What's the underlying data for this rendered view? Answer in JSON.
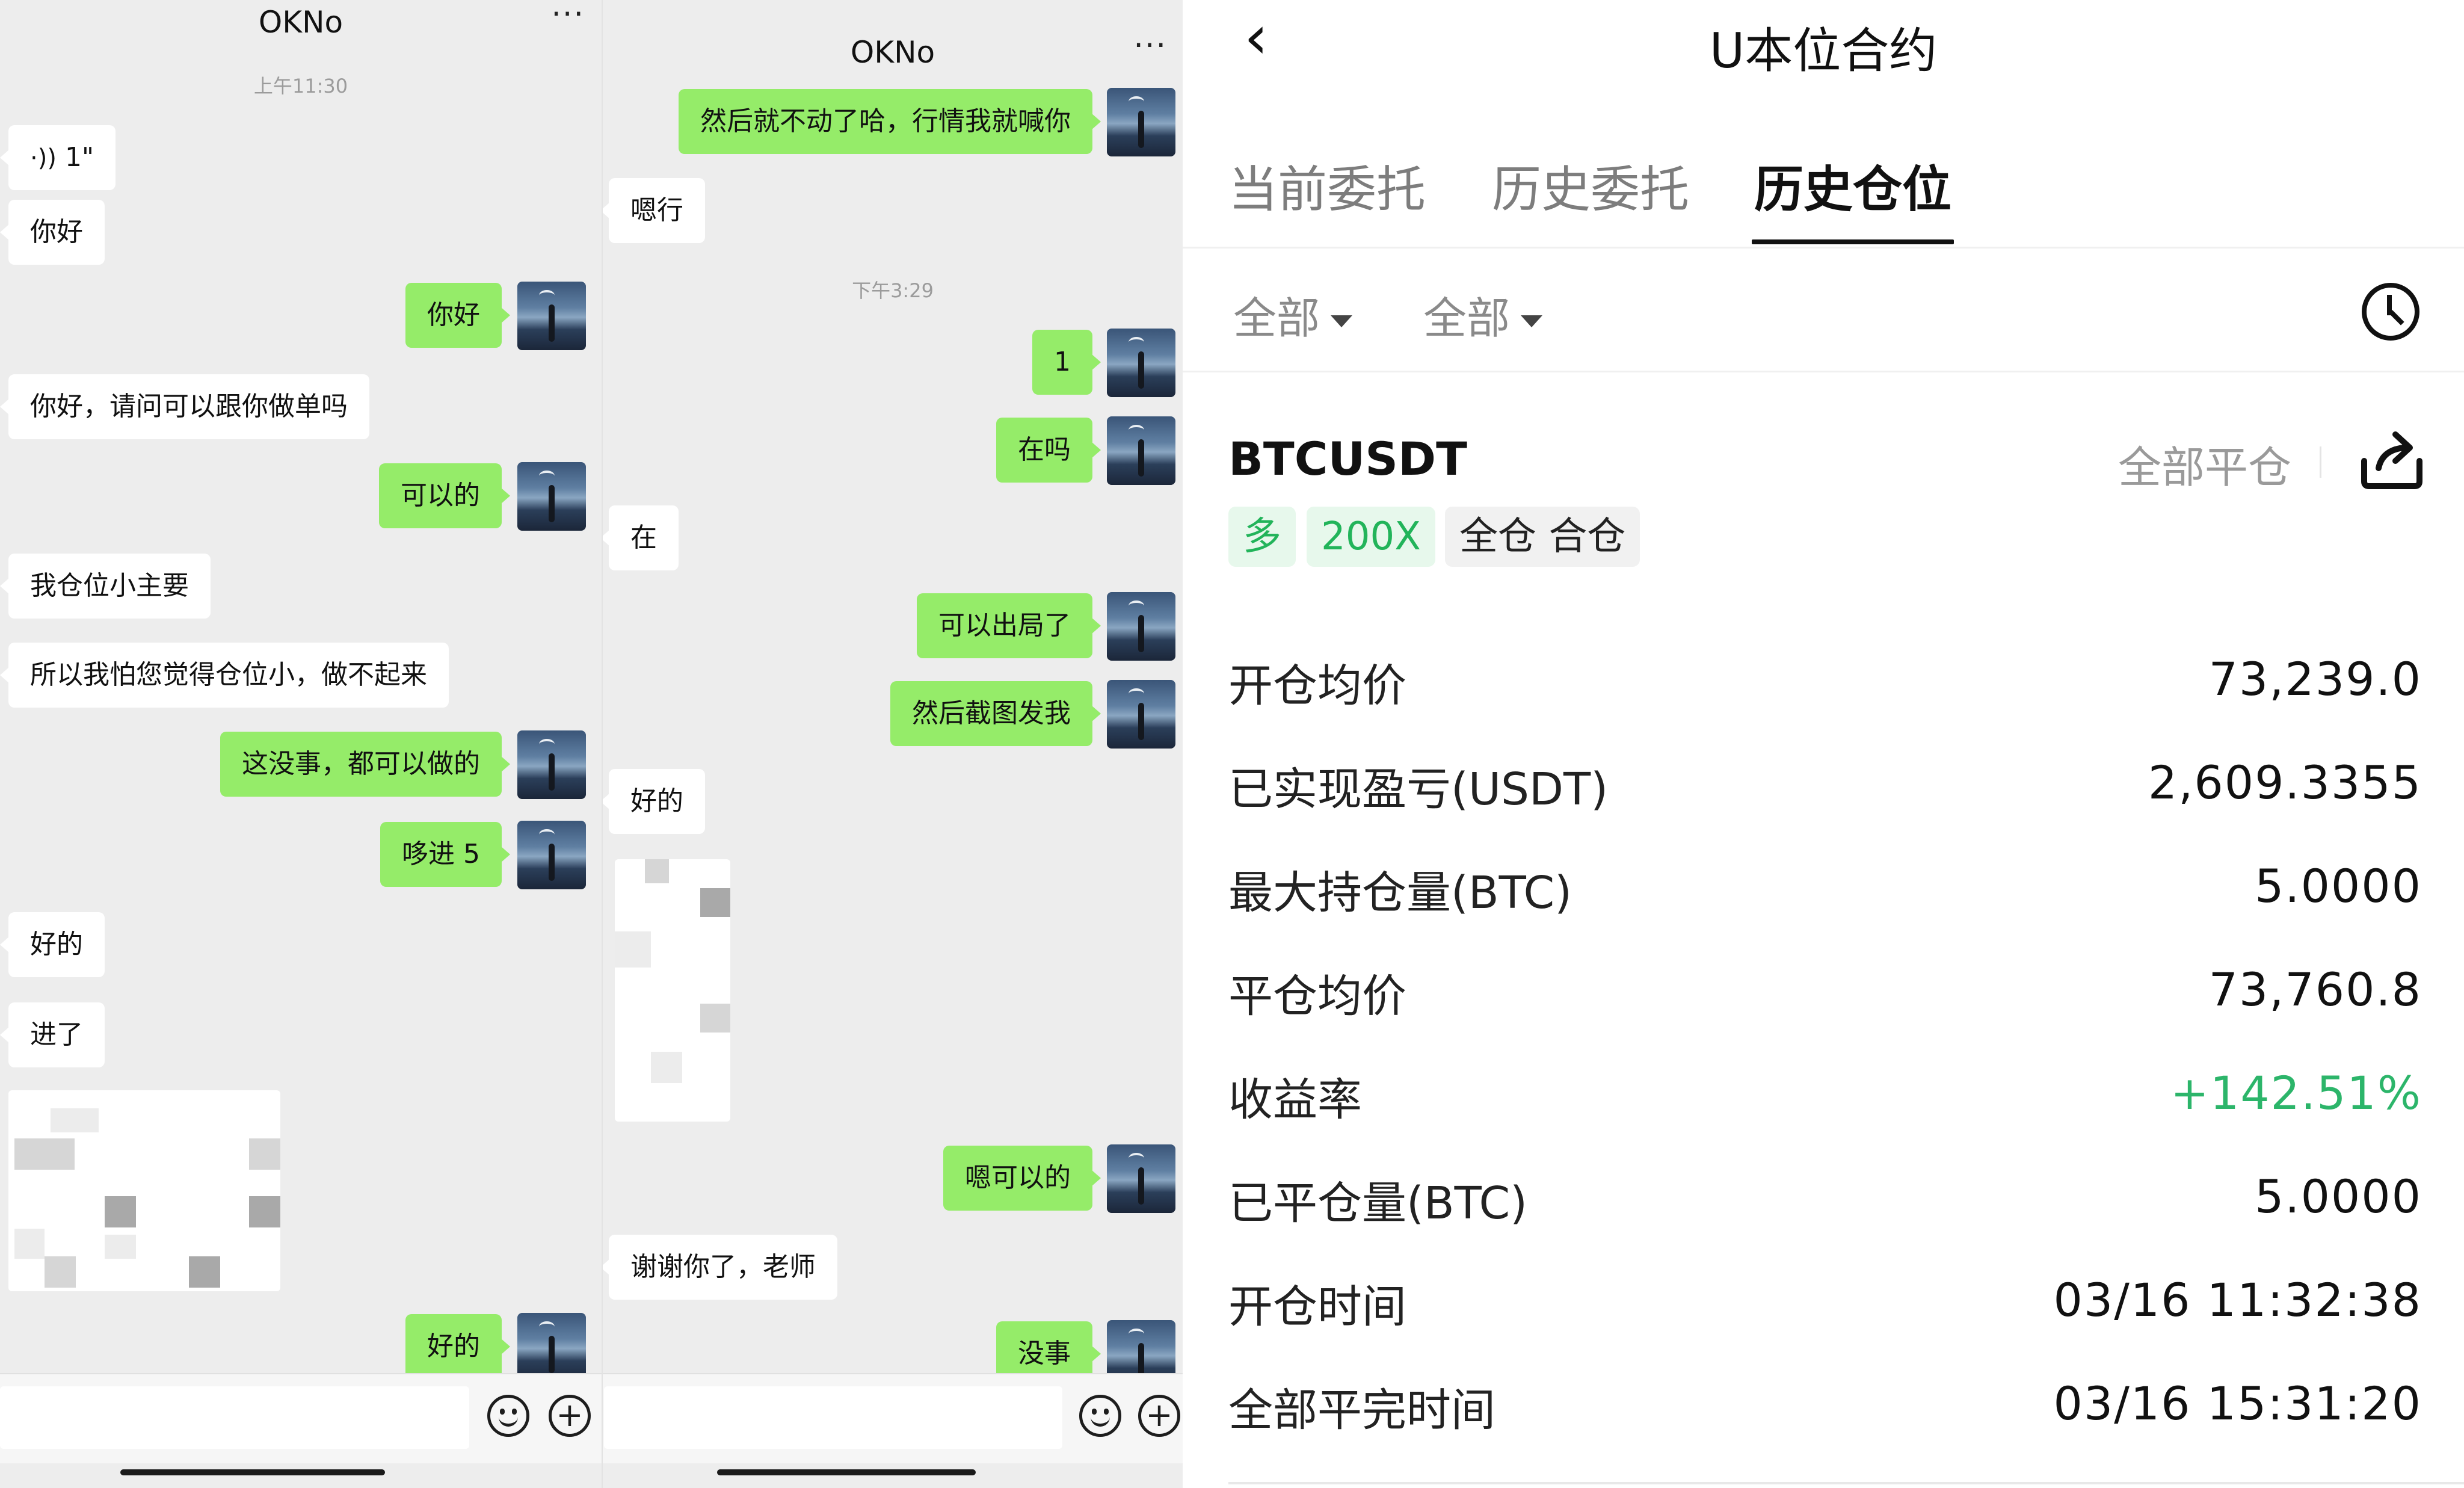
{
  "chat1": {
    "title": "OKNo",
    "more_icon": "···",
    "time": "上午11:30",
    "voice_icon": "·))",
    "voice_duration": "1\"",
    "messages": [
      {
        "side": "in",
        "text": "你好"
      },
      {
        "side": "out",
        "text": "你好"
      },
      {
        "side": "in",
        "text": "你好，请问可以跟你做单吗"
      },
      {
        "side": "out",
        "text": "可以的"
      },
      {
        "side": "in",
        "text": "我仓位小主要"
      },
      {
        "side": "in",
        "text": "所以我怕您觉得仓位小，做不起来"
      },
      {
        "side": "out",
        "text": "这没事，都可以做的"
      },
      {
        "side": "out",
        "text": "哆进 5"
      },
      {
        "side": "in",
        "text": "好的"
      },
      {
        "side": "in",
        "text": "进了"
      },
      {
        "side": "out",
        "text": "好的"
      }
    ]
  },
  "chat2": {
    "title": "OKNo",
    "more_icon": "···",
    "time": "下午3:29",
    "messages": [
      {
        "side": "out",
        "text": "然后就不动了哈，行情我就喊你"
      },
      {
        "side": "in",
        "text": "嗯行"
      },
      {
        "side": "out",
        "text": "1"
      },
      {
        "side": "out",
        "text": "在吗"
      },
      {
        "side": "in",
        "text": "在"
      },
      {
        "side": "out",
        "text": "可以出局了"
      },
      {
        "side": "out",
        "text": "然后截图发我"
      },
      {
        "side": "in",
        "text": "好的"
      },
      {
        "side": "out",
        "text": "嗯可以的"
      },
      {
        "side": "in",
        "text": "谢谢你了，老师"
      },
      {
        "side": "out",
        "text": "没事"
      }
    ]
  },
  "input_icons": {
    "emoji": "smile-icon",
    "add": "+"
  },
  "trade": {
    "back_icon": "‹",
    "title": "U本位合约",
    "tabs": [
      "当前委托",
      "历史委托",
      "历史仓位"
    ],
    "active_tab": 2,
    "filters": [
      "全部",
      "全部"
    ],
    "symbol": "BTCUSDT",
    "close_all": "全部平仓",
    "tags": [
      "多",
      "200X",
      "全仓 合仓"
    ],
    "rows": [
      {
        "label": "开仓均价",
        "value": "73,239.0"
      },
      {
        "label": "已实现盈亏(USDT)",
        "value": "2,609.3355"
      },
      {
        "label": "最大持仓量(BTC)",
        "value": "5.0000"
      },
      {
        "label": "平仓均价",
        "value": "73,760.8"
      },
      {
        "label": "收益率",
        "value": "+142.51%"
      },
      {
        "label": "已平仓量(BTC)",
        "value": "5.0000"
      },
      {
        "label": "开仓时间",
        "value": "03/16 11:32:38"
      },
      {
        "label": "全部平完时间",
        "value": "03/16 15:31:20"
      }
    ],
    "colors": {
      "positive": "#2cb56a",
      "bubble_out": "#95ec69",
      "tag_green_bg": "#e7f8ec"
    }
  }
}
